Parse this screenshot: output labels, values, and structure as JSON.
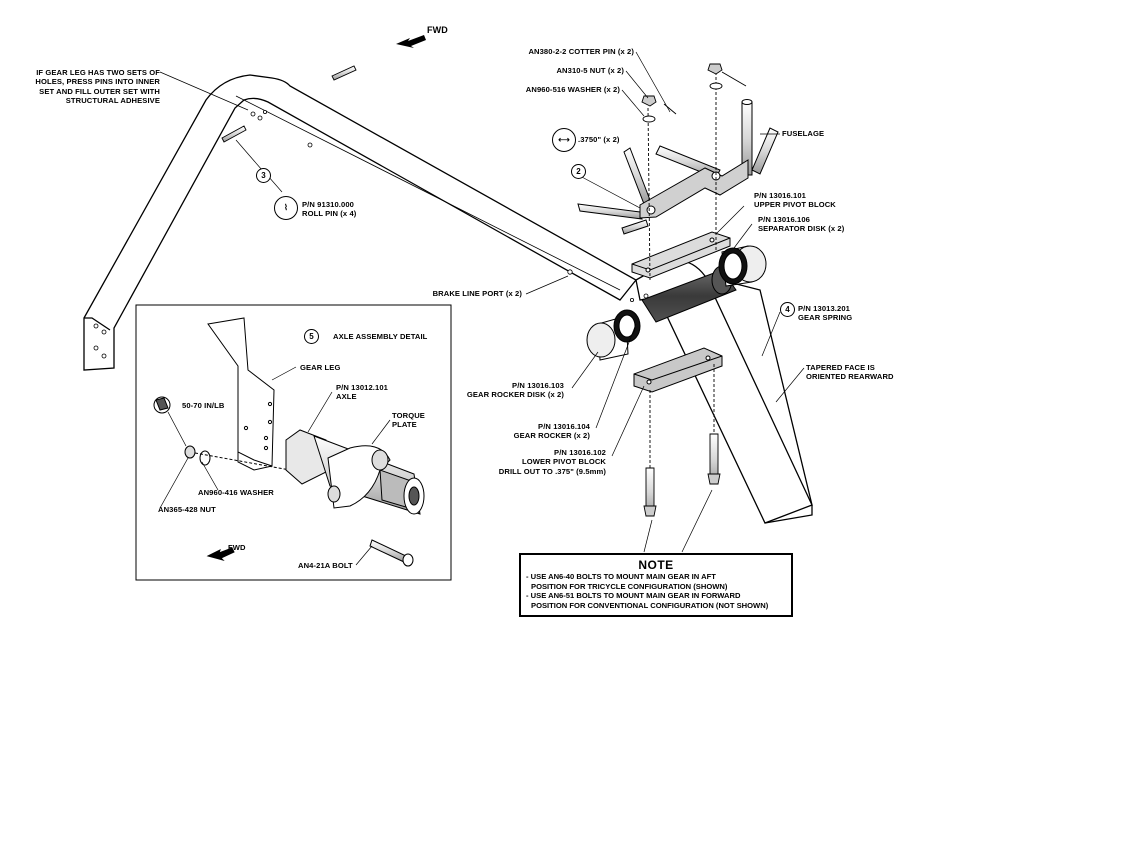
{
  "labels": {
    "fwd_top": "FWD",
    "roll_pin_note": [
      "IF GEAR LEG HAS TWO SETS OF",
      "HOLES, PRESS PINS INTO INNER",
      "SET AND FILL OUTER SET WITH",
      "STRUCTURAL ADHESIVE"
    ],
    "roll_pin": [
      "P/N 91310.000",
      "ROLL PIN (x 4)"
    ],
    "cotter_pin": "AN380-2-2 COTTER PIN (x 2)",
    "nut": "AN310-5 NUT (x 2)",
    "washer": "AN960-516 WASHER (x 2)",
    "dimension": ".3750\" (x 2)",
    "fuselage": "FUSELAGE",
    "upper_pivot_block": [
      "P/N 13016.101",
      "UPPER PIVOT BLOCK"
    ],
    "separator_disk": [
      "P/N 13016.106",
      "SEPARATOR DISK (x 2)"
    ],
    "brake_line_port": "BRAKE LINE PORT (x 2)",
    "gear_spring": [
      "P/N 13013.201",
      "GEAR SPRING"
    ],
    "tapered_face": [
      "TAPERED FACE IS",
      "ORIENTED REARWARD"
    ],
    "gear_rocker_disk": [
      "P/N 13016.103",
      "GEAR ROCKER DISK (x 2)"
    ],
    "gear_rocker": [
      "P/N 13016.104",
      "GEAR ROCKER (x 2)"
    ],
    "lower_pivot_block": [
      "P/N 13016.102",
      "LOWER PIVOT BLOCK",
      "DRILL OUT TO .375\" (9.5mm)"
    ]
  },
  "callouts": {
    "c2": "2",
    "c3": "3",
    "c4": "4",
    "c5": "5"
  },
  "detail": {
    "title": "AXLE ASSEMBLY DETAIL",
    "gear_leg": "GEAR LEG",
    "axle": [
      "P/N 13012.101",
      "AXLE"
    ],
    "torque_plate": [
      "TORQUE",
      "PLATE"
    ],
    "torque": "50-70 IN/LB",
    "washer": "AN960-416 WASHER",
    "nut": "AN365-428 NUT",
    "fwd": "FWD",
    "bolt": "AN4-21A BOLT"
  },
  "note": {
    "title": "NOTE",
    "lines": [
      "- USE AN6-40 BOLTS TO MOUNT MAIN GEAR IN AFT",
      "  POSITION FOR TRICYCLE CONFIGURATION (SHOWN)",
      "- USE AN6-51 BOLTS TO MOUNT MAIN GEAR IN FORWARD",
      "  POSITION FOR CONVENTIONAL CONFIGURATION (NOT SHOWN)"
    ]
  }
}
